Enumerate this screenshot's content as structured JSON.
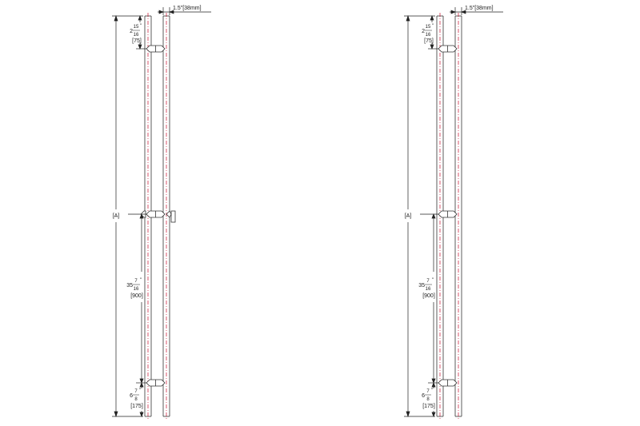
{
  "colors": {
    "line": "#333333",
    "centerline": "#c8102e",
    "background": "#ffffff"
  },
  "left_view": {
    "overall_label": "[A]",
    "width_label": "1.5\"[38mm]",
    "top_offset": {
      "whole": "2",
      "num": "15",
      "den": "16",
      "inch": "\"",
      "metric": "[75]"
    },
    "mid_spacing": {
      "whole": "35",
      "num": "7",
      "den": "16",
      "inch": "\"",
      "metric": "[900]"
    },
    "bottom_offset": {
      "whole": "6",
      "num": "7",
      "den": "8",
      "inch": "\"",
      "metric": "[175]"
    }
  },
  "right_view": {
    "overall_label": "[A]",
    "width_label": "1.5\"[38mm]",
    "top_offset": {
      "whole": "2",
      "num": "15",
      "den": "16",
      "inch": "\"",
      "metric": "[75]"
    },
    "mid_spacing": {
      "whole": "35",
      "num": "7",
      "den": "16",
      "inch": "\"",
      "metric": "[900]"
    },
    "bottom_offset": {
      "whole": "6",
      "num": "7",
      "den": "8",
      "inch": "\"",
      "metric": "[175]"
    }
  }
}
